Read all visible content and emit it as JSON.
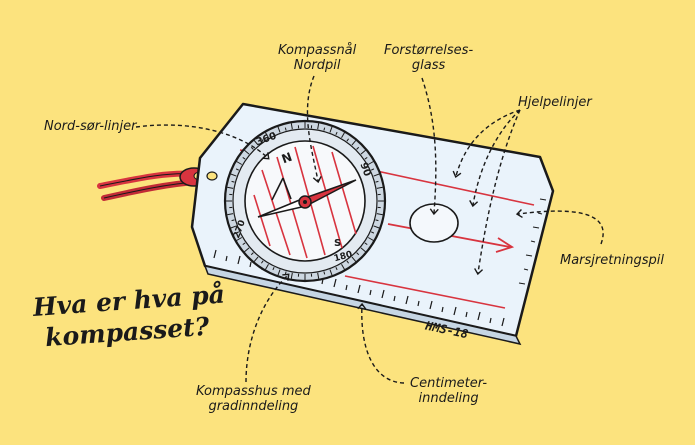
{
  "title": {
    "line1": "Hva er hva på",
    "line2": "kompasset?"
  },
  "labels": {
    "kompassnal": {
      "line1": "Kompassnål",
      "line2": "Nordpil"
    },
    "forstorrelsesglass": {
      "line1": "Forstørrelses-",
      "line2": "glass"
    },
    "hjelpelinjer": "Hjelpelinjer",
    "nord_sor_linjer": "Nord-sør-linjer",
    "marsjretningspil": "Marsjretningspil",
    "kompasshus": {
      "line1": "Kompasshus med",
      "line2": "gradinndeling"
    },
    "centimeterinndeling": {
      "line1": "Centimeter-",
      "line2": "inndeling"
    }
  },
  "compass": {
    "model": "HMS-18",
    "bezel_marks": {
      "n360": "360",
      "e90": "90",
      "s180": "180",
      "w270": "270",
      "north": "N",
      "south": "S"
    }
  },
  "colors": {
    "background": "#FCE37E",
    "plate": "#EAF3FB",
    "line": "#1a1a1a",
    "accent_red": "#D8343F",
    "ring": "#C8D3DE"
  }
}
